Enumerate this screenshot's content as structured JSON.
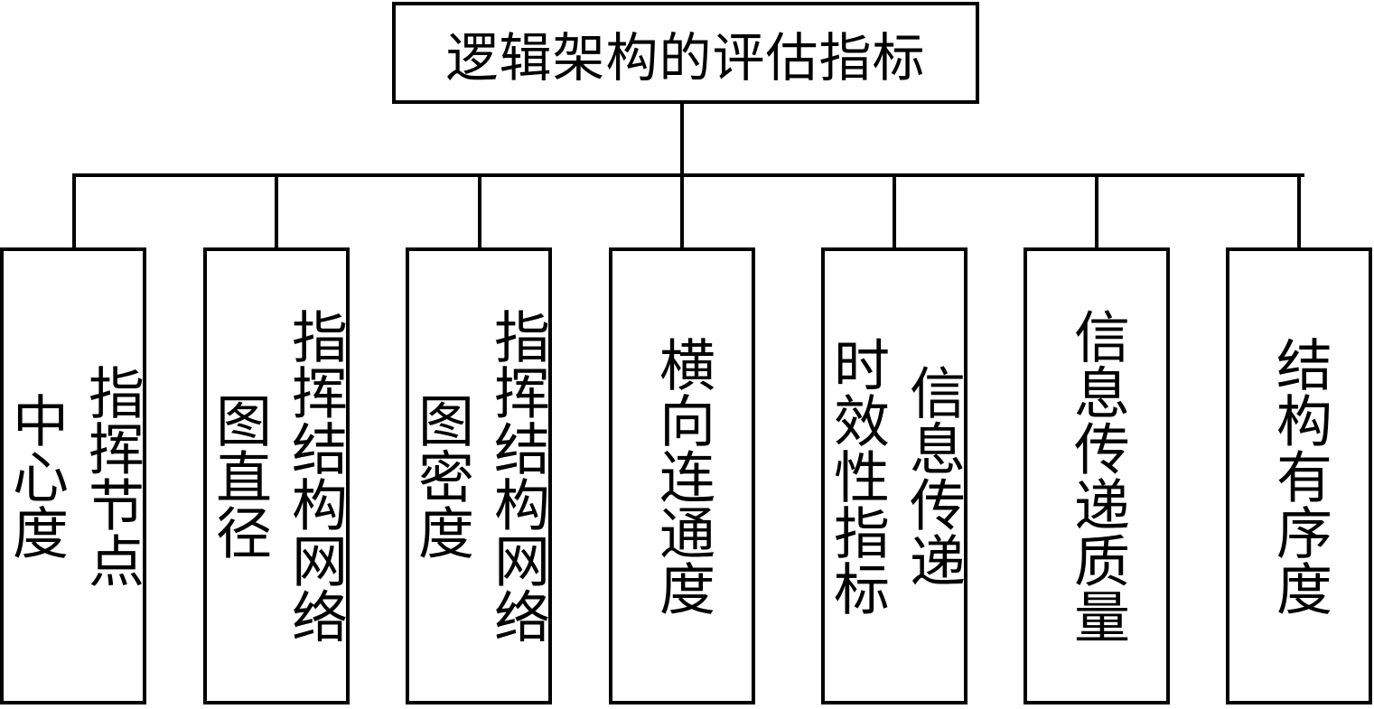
{
  "root": {
    "label": "逻辑架构的评估指标"
  },
  "leaves": [
    {
      "lines": [
        "指挥节点",
        "中心度"
      ]
    },
    {
      "lines": [
        "指挥结构网络",
        "图直径"
      ]
    },
    {
      "lines": [
        "指挥结构网络",
        "图密度"
      ]
    },
    {
      "lines": [
        "横向连通度"
      ]
    },
    {
      "lines": [
        "信息传递",
        "时效性指标"
      ]
    },
    {
      "lines": [
        "信息传递质量"
      ]
    },
    {
      "lines": [
        "结构有序度"
      ]
    }
  ]
}
